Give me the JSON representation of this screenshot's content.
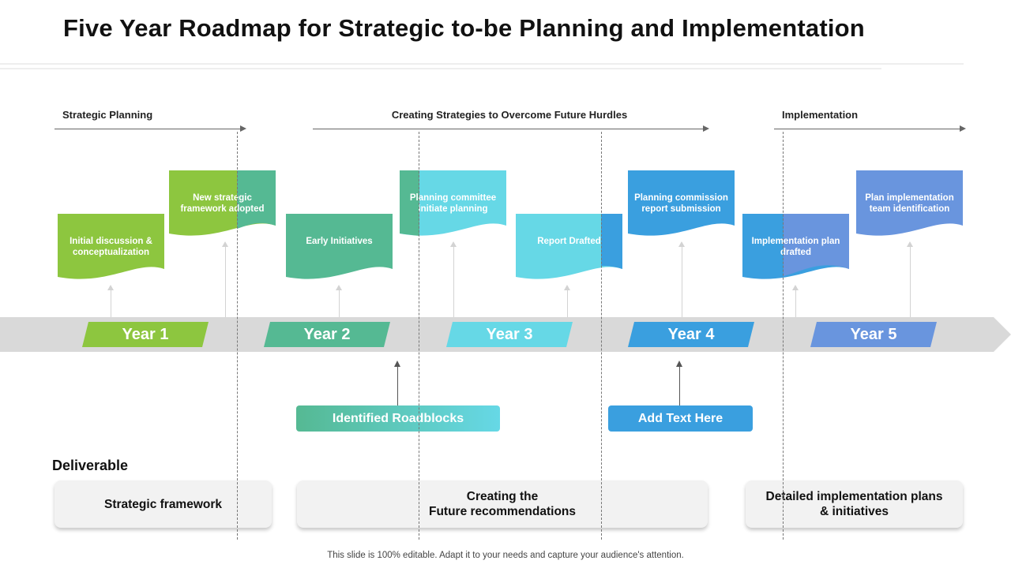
{
  "title": "Five Year Roadmap for Strategic to-be Planning and Implementation",
  "phases": [
    {
      "label": "Strategic Planning"
    },
    {
      "label": "Creating Strategies to Overcome Future Hurdles"
    },
    {
      "label": "Implementation"
    }
  ],
  "years": [
    {
      "label": "Year 1",
      "color": "#8dc63f"
    },
    {
      "label": "Year 2",
      "color": "#55b993"
    },
    {
      "label": "Year 3",
      "color": "#66d8e6"
    },
    {
      "label": "Year 4",
      "color": "#3a9fdf"
    },
    {
      "label": "Year 5",
      "color": "#6995de"
    }
  ],
  "milestones": [
    {
      "text": "Initial discussion & conceptualization",
      "color": "#8dc63f"
    },
    {
      "text": "New strategic framework adopted",
      "color": "#8dc63f",
      "color2": "#55b993"
    },
    {
      "text": "Early Initiatives",
      "color": "#55b993"
    },
    {
      "text": "Planning committee initiate planning",
      "color": "#55b993",
      "color2": "#66d8e6"
    },
    {
      "text": "Report Drafted",
      "color": "#66d8e6",
      "color2": "#3a9fdf"
    },
    {
      "text": "Planning commission report submission",
      "color": "#3a9fdf"
    },
    {
      "text": "Implementation plan drafted",
      "color": "#3a9fdf",
      "color2": "#6995de"
    },
    {
      "text": "Plan implementation team identification",
      "color": "#6995de"
    }
  ],
  "roadblocks": [
    {
      "label": "Identified Roadblocks"
    },
    {
      "label": "Add Text Here",
      "color": "#3a9fdf"
    }
  ],
  "deliverables": {
    "label": "Deliverable",
    "items": [
      {
        "text": "Strategic framework"
      },
      {
        "text": "Creating the\nFuture recommendations"
      },
      {
        "text": "Detailed implementation plans\n& initiatives"
      }
    ]
  },
  "footer": "This slide is 100% editable. Adapt it to your needs and capture your audience's attention."
}
